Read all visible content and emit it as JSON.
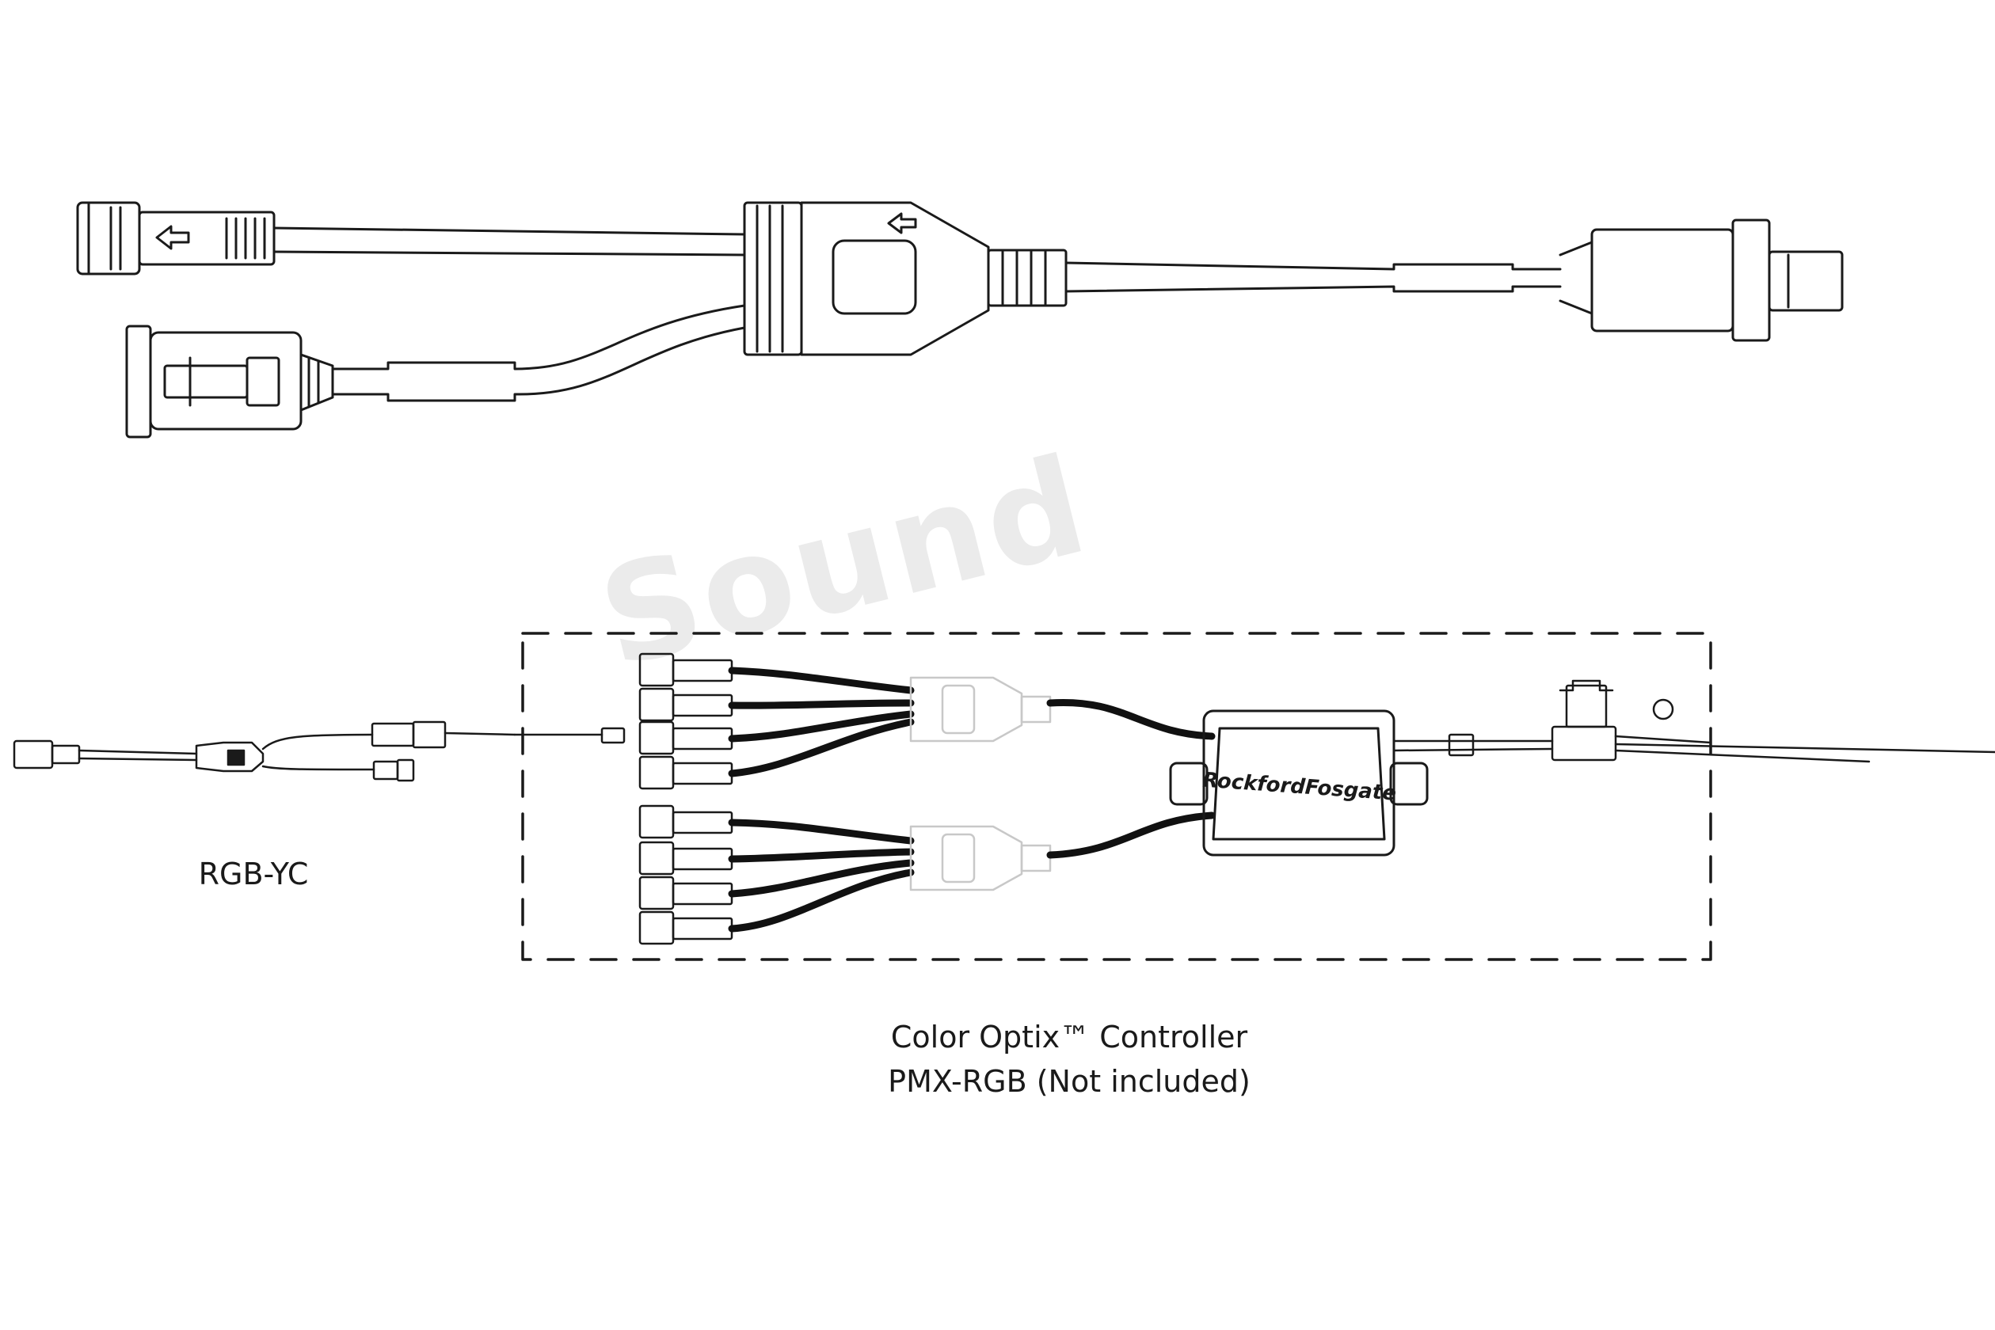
{
  "watermark": "Sound",
  "labels": {
    "rgb_yc": "RGB-YC",
    "controller_line1": "Color Optix™ Controller",
    "controller_line2": "PMX-RGB (Not included)"
  },
  "brand": {
    "controller_logo": "RockfordFosgate"
  },
  "colors": {
    "line": "#1a1a1a",
    "thick_cable": "#111111",
    "faint": "#c8c8c8",
    "watermark": "#ebebeb"
  }
}
